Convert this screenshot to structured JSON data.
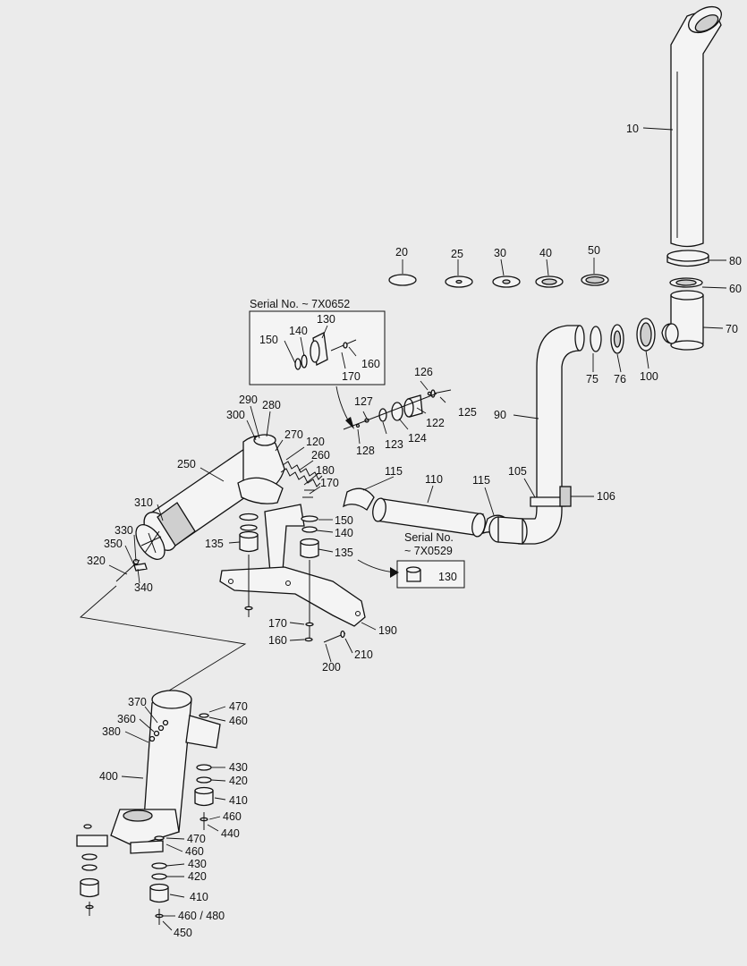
{
  "insets": {
    "serial_top": "Serial No. ~ 7X0652",
    "serial_bottom_line1": "Serial No.",
    "serial_bottom_line2": "~ 7X0529"
  },
  "callouts": {
    "c10": "10",
    "c20": "20",
    "c25": "25",
    "c30": "30",
    "c40": "40",
    "c50": "50",
    "c60": "60",
    "c70": "70",
    "c75": "75",
    "c76": "76",
    "c80": "80",
    "c90": "90",
    "c100": "100",
    "c105": "105",
    "c106": "106",
    "c110": "110",
    "c115a": "115",
    "c115b": "115",
    "c120": "120",
    "c122": "122",
    "c123": "123",
    "c124": "124",
    "c125": "125",
    "c126": "126",
    "c127": "127",
    "c128": "128",
    "c130a": "130",
    "c130b": "130",
    "c135a": "135",
    "c135b": "135",
    "c140a": "140",
    "c140b": "140",
    "c150a": "150",
    "c150b": "150",
    "c160a": "160",
    "c160b": "160",
    "c170a": "170",
    "c170b": "170",
    "c170c": "170",
    "c180": "180",
    "c190": "190",
    "c200": "200",
    "c210": "210",
    "c250": "250",
    "c260": "260",
    "c270": "270",
    "c280": "280",
    "c290": "290",
    "c300": "300",
    "c310": "310",
    "c320": "320",
    "c330": "330",
    "c340": "340",
    "c350": "350",
    "c360": "360",
    "c370": "370",
    "c380": "380",
    "c400": "400",
    "c410a": "410",
    "c410b": "410",
    "c420a": "420",
    "c420b": "420",
    "c430a": "430",
    "c430b": "430",
    "c440": "440",
    "c450": "450",
    "c460a": "460",
    "c460b": "460",
    "c460c": "460",
    "c460_480": "460 / 480",
    "c470a": "470",
    "c470b": "470"
  }
}
